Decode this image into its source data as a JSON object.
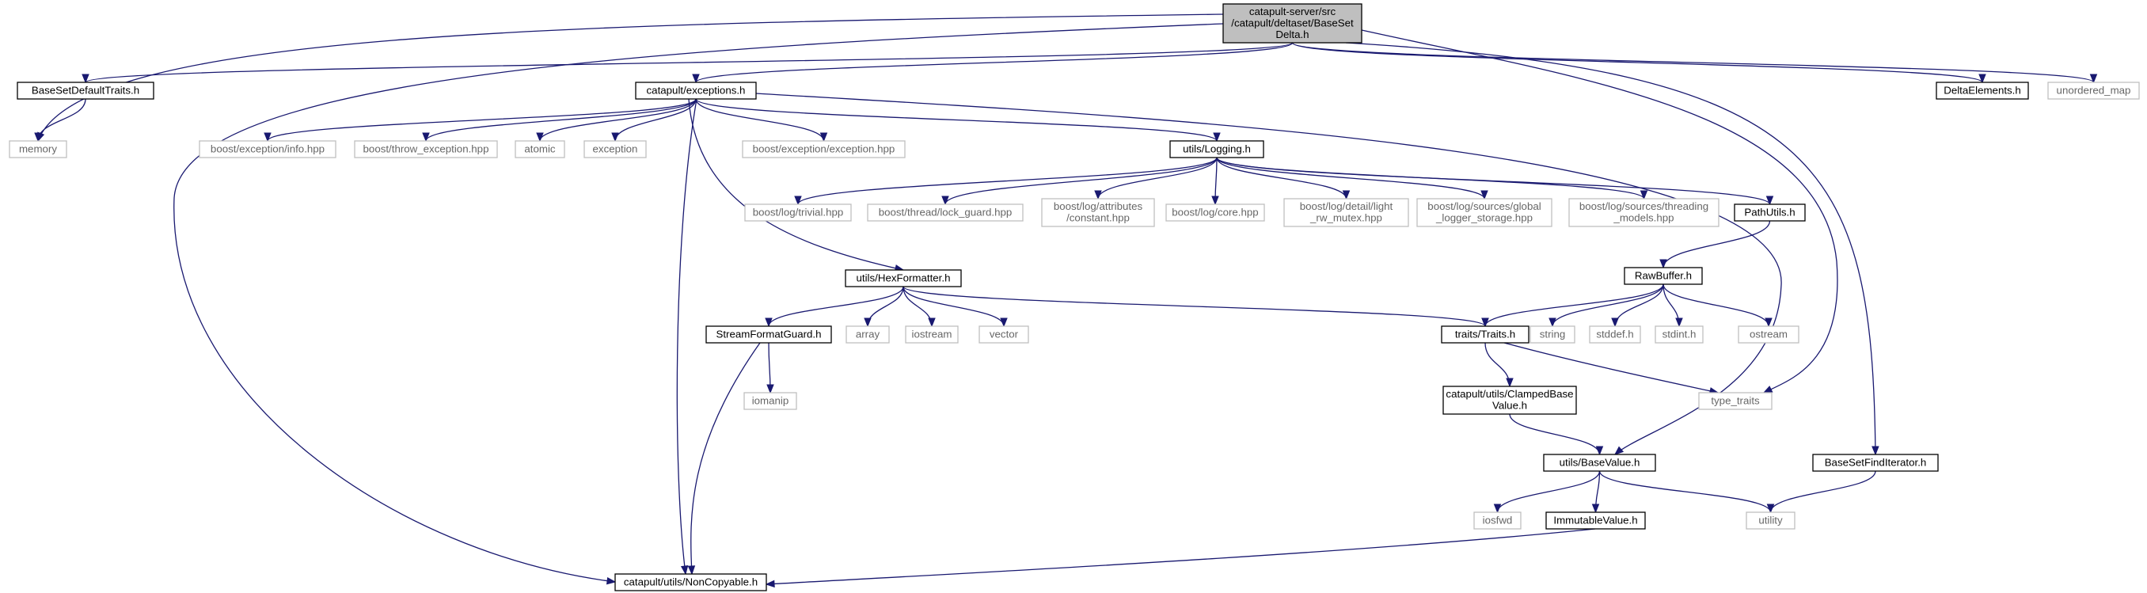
{
  "nodes": {
    "root": {
      "lines": [
        "catapult-server/src",
        "/catapult/deltaset/BaseSet",
        "Delta.h"
      ],
      "kind": "root"
    },
    "basesetdefaulttraits": {
      "lines": [
        "BaseSetDefaultTraits.h"
      ],
      "kind": "doc"
    },
    "memory": {
      "lines": [
        "memory"
      ],
      "kind": "sys"
    },
    "exceptions": {
      "lines": [
        "catapult/exceptions.h"
      ],
      "kind": "doc"
    },
    "deltaelements": {
      "lines": [
        "DeltaElements.h"
      ],
      "kind": "doc"
    },
    "unordered_map": {
      "lines": [
        "unordered_map"
      ],
      "kind": "sys"
    },
    "exception_info": {
      "lines": [
        "boost/exception/info.hpp"
      ],
      "kind": "sys"
    },
    "throw_exception": {
      "lines": [
        "boost/throw_exception.hpp"
      ],
      "kind": "sys"
    },
    "atomic": {
      "lines": [
        "atomic"
      ],
      "kind": "sys"
    },
    "exception": {
      "lines": [
        "exception"
      ],
      "kind": "sys"
    },
    "exception_hpp": {
      "lines": [
        "boost/exception/exception.hpp"
      ],
      "kind": "sys"
    },
    "logging": {
      "lines": [
        "utils/Logging.h"
      ],
      "kind": "doc"
    },
    "log_trivial": {
      "lines": [
        "boost/log/trivial.hpp"
      ],
      "kind": "sys"
    },
    "lock_guard": {
      "lines": [
        "boost/thread/lock_guard.hpp"
      ],
      "kind": "sys"
    },
    "attr_constant": {
      "lines": [
        "boost/log/attributes",
        "/constant.hpp"
      ],
      "kind": "sys"
    },
    "log_core": {
      "lines": [
        "boost/log/core.hpp"
      ],
      "kind": "sys"
    },
    "light_rw_mutex": {
      "lines": [
        "boost/log/detail/light",
        "_rw_mutex.hpp"
      ],
      "kind": "sys"
    },
    "global_logger": {
      "lines": [
        "boost/log/sources/global",
        "_logger_storage.hpp"
      ],
      "kind": "sys"
    },
    "threading_models": {
      "lines": [
        "boost/log/sources/threading",
        "_models.hpp"
      ],
      "kind": "sys"
    },
    "pathutils": {
      "lines": [
        "PathUtils.h"
      ],
      "kind": "doc"
    },
    "hexformatter": {
      "lines": [
        "utils/HexFormatter.h"
      ],
      "kind": "doc"
    },
    "rawbuffer": {
      "lines": [
        "RawBuffer.h"
      ],
      "kind": "doc"
    },
    "streamformatguard": {
      "lines": [
        "StreamFormatGuard.h"
      ],
      "kind": "doc"
    },
    "array": {
      "lines": [
        "array"
      ],
      "kind": "sys"
    },
    "iostream": {
      "lines": [
        "iostream"
      ],
      "kind": "sys"
    },
    "vector": {
      "lines": [
        "vector"
      ],
      "kind": "sys"
    },
    "traits": {
      "lines": [
        "traits/Traits.h"
      ],
      "kind": "doc"
    },
    "string": {
      "lines": [
        "string"
      ],
      "kind": "sys"
    },
    "stddef": {
      "lines": [
        "stddef.h"
      ],
      "kind": "sys"
    },
    "stdint": {
      "lines": [
        "stdint.h"
      ],
      "kind": "sys"
    },
    "ostream": {
      "lines": [
        "ostream"
      ],
      "kind": "sys"
    },
    "iomanip": {
      "lines": [
        "iomanip"
      ],
      "kind": "sys"
    },
    "clampedbasevalue": {
      "lines": [
        "catapult/utils/ClampedBase",
        "Value.h"
      ],
      "kind": "doc"
    },
    "type_traits": {
      "lines": [
        "type_traits"
      ],
      "kind": "sys"
    },
    "basevalue": {
      "lines": [
        "utils/BaseValue.h"
      ],
      "kind": "doc"
    },
    "basesetfinditerator": {
      "lines": [
        "BaseSetFindIterator.h"
      ],
      "kind": "doc"
    },
    "iosfwd": {
      "lines": [
        "iosfwd"
      ],
      "kind": "sys"
    },
    "immutablevalue": {
      "lines": [
        "ImmutableValue.h"
      ],
      "kind": "doc"
    },
    "utility": {
      "lines": [
        "utility"
      ],
      "kind": "sys"
    },
    "noncopyable": {
      "lines": [
        "catapult/utils/NonCopyable.h"
      ],
      "kind": "doc"
    }
  },
  "edges": [
    [
      "root",
      "memory"
    ],
    [
      "root",
      "basesetdefaulttraits"
    ],
    [
      "root",
      "noncopyable"
    ],
    [
      "root",
      "exceptions"
    ],
    [
      "root",
      "type_traits"
    ],
    [
      "root",
      "basesetfinditerator"
    ],
    [
      "root",
      "deltaelements"
    ],
    [
      "root",
      "unordered_map"
    ],
    [
      "basesetdefaulttraits",
      "memory"
    ],
    [
      "exceptions",
      "exception_info"
    ],
    [
      "exceptions",
      "throw_exception"
    ],
    [
      "exceptions",
      "atomic"
    ],
    [
      "exceptions",
      "exception"
    ],
    [
      "exceptions",
      "exception_hpp"
    ],
    [
      "exceptions",
      "logging"
    ],
    [
      "exceptions",
      "hexformatter"
    ],
    [
      "exceptions",
      "noncopyable"
    ],
    [
      "exceptions",
      "basevalue"
    ],
    [
      "logging",
      "log_trivial"
    ],
    [
      "logging",
      "lock_guard"
    ],
    [
      "logging",
      "attr_constant"
    ],
    [
      "logging",
      "log_core"
    ],
    [
      "logging",
      "light_rw_mutex"
    ],
    [
      "logging",
      "global_logger"
    ],
    [
      "logging",
      "threading_models"
    ],
    [
      "logging",
      "pathutils"
    ],
    [
      "pathutils",
      "rawbuffer"
    ],
    [
      "hexformatter",
      "streamformatguard"
    ],
    [
      "hexformatter",
      "array"
    ],
    [
      "hexformatter",
      "iostream"
    ],
    [
      "hexformatter",
      "vector"
    ],
    [
      "hexformatter",
      "traits"
    ],
    [
      "rawbuffer",
      "traits"
    ],
    [
      "rawbuffer",
      "string"
    ],
    [
      "rawbuffer",
      "stddef"
    ],
    [
      "rawbuffer",
      "stdint"
    ],
    [
      "rawbuffer",
      "ostream"
    ],
    [
      "streamformatguard",
      "iomanip"
    ],
    [
      "streamformatguard",
      "noncopyable"
    ],
    [
      "traits",
      "clampedbasevalue"
    ],
    [
      "traits",
      "type_traits"
    ],
    [
      "clampedbasevalue",
      "basevalue"
    ],
    [
      "basevalue",
      "iosfwd"
    ],
    [
      "basevalue",
      "immutablevalue"
    ],
    [
      "basevalue",
      "utility"
    ],
    [
      "basesetfinditerator",
      "utility"
    ],
    [
      "immutablevalue",
      "noncopyable"
    ]
  ],
  "colors": {
    "edge": "#191970",
    "root_fill": "#bfbfbf",
    "system_border": "#bfbfbf",
    "system_text": "#666666",
    "node_border": "#000000"
  }
}
